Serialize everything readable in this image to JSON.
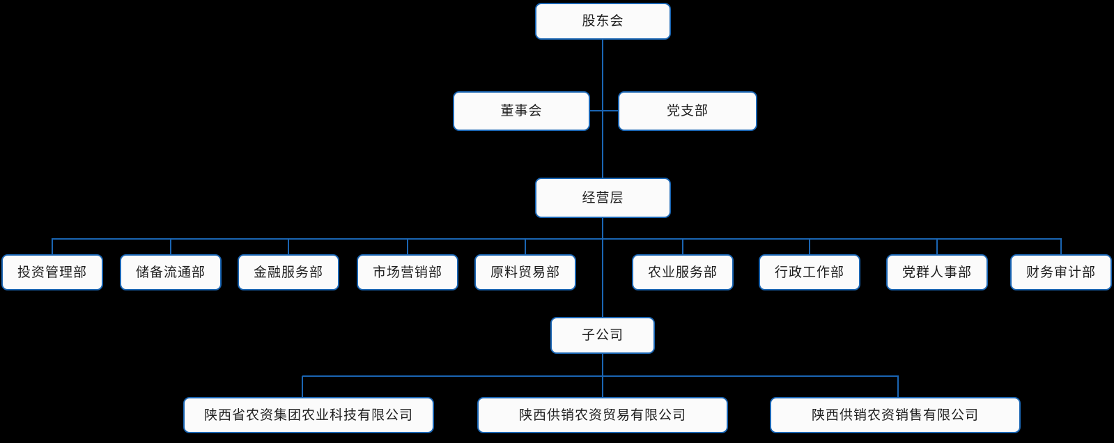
{
  "colors": {
    "background": "#000000",
    "box_fill": "#fbfbfb",
    "box_border": "#1a65b3",
    "connector_line": "#1a65b3",
    "text": "#1f1f1f"
  },
  "nodes": {
    "shareholders_meeting": "股东会",
    "board_of_directors": "董事会",
    "party_branch": "党支部",
    "management_level": "经营层",
    "subsidiaries": "子公司"
  },
  "departments": [
    "投资管理部",
    "储备流通部",
    "金融服务部",
    "市场营销部",
    "原料贸易部",
    "农业服务部",
    "行政工作部",
    "党群人事部",
    "财务审计部"
  ],
  "companies": [
    "陕西省农资集团农业科技有限公司",
    "陕西供销农资贸易有限公司",
    "陕西供销农资销售有限公司"
  ],
  "hierarchy": {
    "root": "股东会",
    "level2": [
      "董事会",
      "党支部"
    ],
    "level3": "经营层",
    "level4_children_of_management": [
      "投资管理部",
      "储备流通部",
      "金融服务部",
      "市场营销部",
      "原料贸易部",
      "农业服务部",
      "行政工作部",
      "党群人事部",
      "财务审计部"
    ],
    "level5": "子公司",
    "level6_children_of_subsidiaries": [
      "陕西省农资集团农业科技有限公司",
      "陕西供销农资贸易有限公司",
      "陕西供销农资销售有限公司"
    ]
  }
}
